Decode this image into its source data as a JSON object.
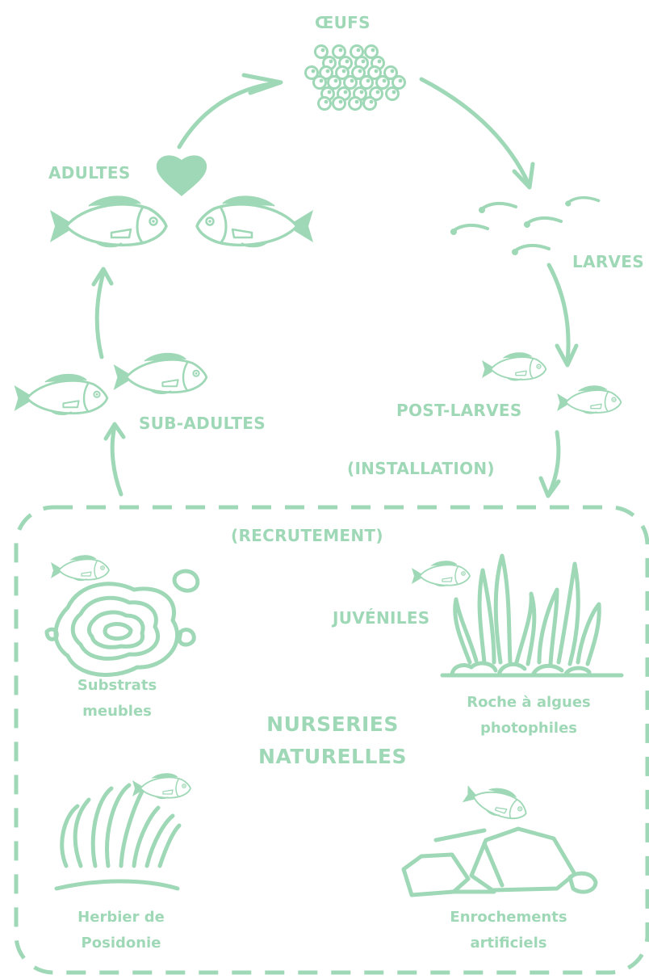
{
  "colors": {
    "primary": "#9fd8b6"
  },
  "labels": {
    "oeufs": "ŒUFS",
    "adultes": "ADULTES",
    "larves": "LARVES",
    "post_larves": "POST-LARVES",
    "installation": "(INSTALLATION)",
    "sub_adultes": "SUB-ADULTES",
    "recrutement": "(RECRUTEMENT)",
    "juveniles": "JUVÉNILES"
  },
  "habitats": {
    "substrats": [
      "Substrats",
      "meubles"
    ],
    "roche": [
      "Roche à algues",
      "photophiles"
    ],
    "herbier": [
      "Herbier de",
      "Posidonie"
    ],
    "enrochements": [
      "Enrochements",
      "artificiels"
    ]
  },
  "nurseries": [
    "NURSERIES",
    "NATURELLES"
  ],
  "icons": [
    "eggs-icon",
    "heart-icon",
    "fish-icon",
    "larvae-icon",
    "sand-icon",
    "algae-icon",
    "seagrass-icon",
    "rocks-icon"
  ]
}
